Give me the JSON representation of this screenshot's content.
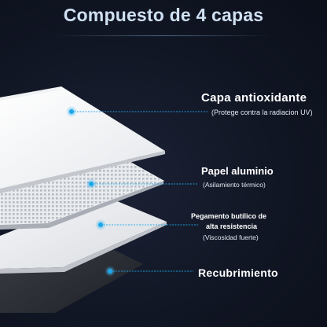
{
  "header": {
    "title": "Compuesto de 4 capas"
  },
  "layers": [
    {
      "name": "Capa antioxidante",
      "description": "(Protege contra la radiacion UV)"
    },
    {
      "name": "Papel aluminio",
      "description": "(Asilamiento térmico)"
    },
    {
      "name_line1": "Pegamento butílico de",
      "name_line2": "alta resistencia",
      "description": "(Viscosidad fuerte)"
    },
    {
      "name": "Recubrimiento"
    }
  ],
  "colors": {
    "accent": "#1ea7e8",
    "background": "#111624",
    "title": "#cfe0f2"
  }
}
